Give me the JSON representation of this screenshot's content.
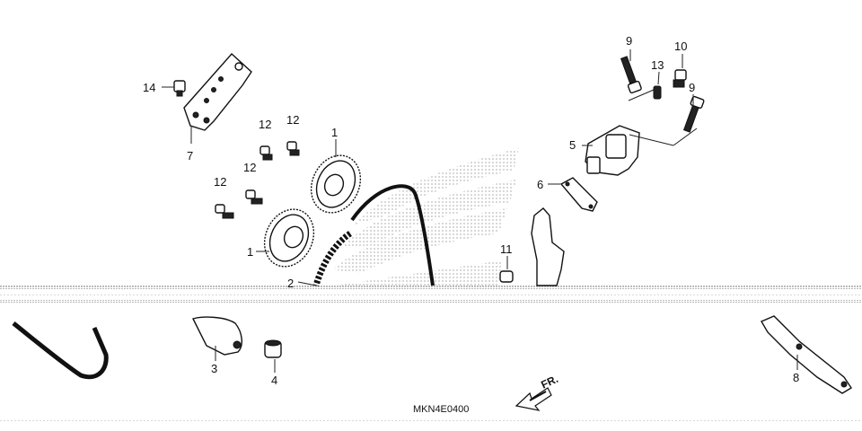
{
  "diagram": {
    "code": "MKN4E0400",
    "direction_label": "FR.",
    "callouts": [
      {
        "id": "c1a",
        "text": "1"
      },
      {
        "id": "c1b",
        "text": "1"
      },
      {
        "id": "c2",
        "text": "2"
      },
      {
        "id": "c3",
        "text": "3"
      },
      {
        "id": "c4",
        "text": "4"
      },
      {
        "id": "c5",
        "text": "5"
      },
      {
        "id": "c6",
        "text": "6"
      },
      {
        "id": "c7",
        "text": "7"
      },
      {
        "id": "c8",
        "text": "8"
      },
      {
        "id": "c9a",
        "text": "9"
      },
      {
        "id": "c9b",
        "text": "9"
      },
      {
        "id": "c10",
        "text": "10"
      },
      {
        "id": "c11",
        "text": "11"
      },
      {
        "id": "c12a",
        "text": "12"
      },
      {
        "id": "c12b",
        "text": "12"
      },
      {
        "id": "c12c",
        "text": "12"
      },
      {
        "id": "c12d",
        "text": "12"
      },
      {
        "id": "c13",
        "text": "13"
      },
      {
        "id": "c14",
        "text": "14"
      }
    ]
  }
}
